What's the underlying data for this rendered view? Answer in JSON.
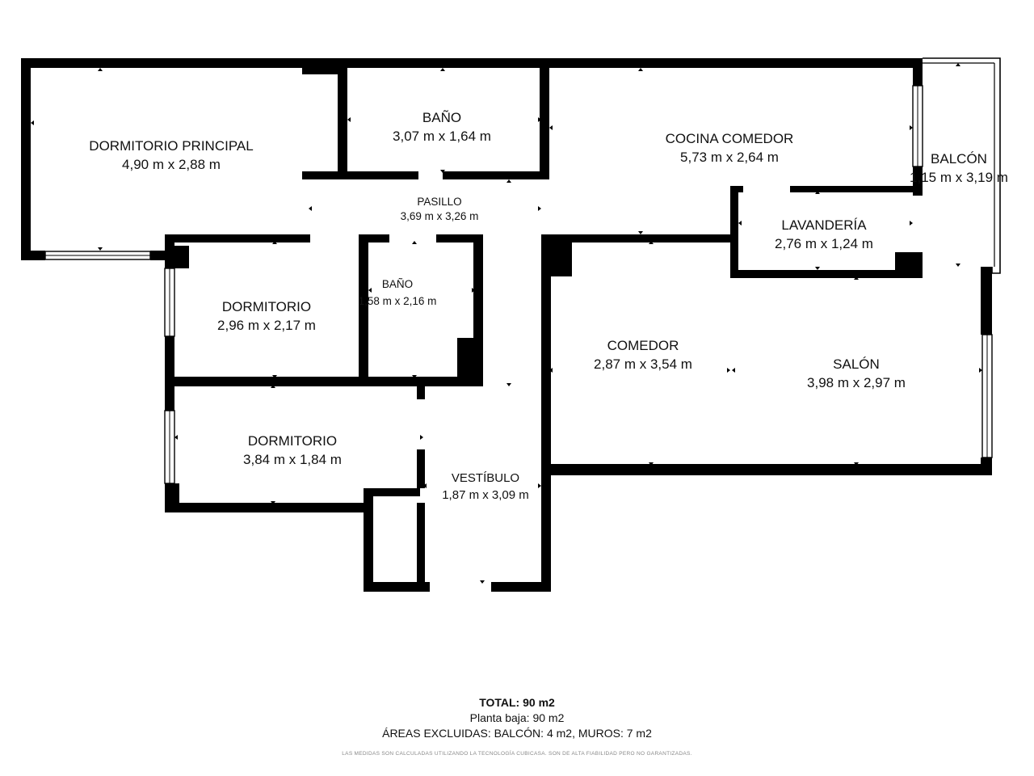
{
  "rooms": {
    "dormitorio_principal": {
      "name": "DORMITORIO PRINCIPAL",
      "dims": "4,90 m x 2,88 m"
    },
    "bano_1": {
      "name": "BAÑO",
      "dims": "3,07 m x 1,64 m"
    },
    "cocina_comedor": {
      "name": "COCINA COMEDOR",
      "dims": "5,73 m x 2,64 m"
    },
    "balcon": {
      "name": "BALCÓN",
      "dims": "1,15 m x 3,19 m"
    },
    "pasillo": {
      "name": "PASILLO",
      "dims": "3,69 m x 3,26 m"
    },
    "lavanderia": {
      "name": "LAVANDERÍA",
      "dims": "2,76 m x 1,24 m"
    },
    "dormitorio_1": {
      "name": "DORMITORIO",
      "dims": "2,96 m x 2,17 m"
    },
    "bano_2": {
      "name": "BAÑO",
      "dims": "1,58 m x 2,16 m"
    },
    "comedor": {
      "name": "COMEDOR",
      "dims": "2,87 m x 3,54 m"
    },
    "salon": {
      "name": "SALÓN",
      "dims": "3,98 m x 2,97 m"
    },
    "dormitorio_2": {
      "name": "DORMITORIO",
      "dims": "3,84 m x 1,84 m"
    },
    "vestibulo": {
      "name": "VESTÍBULO",
      "dims": "1,87 m x 3,09 m"
    }
  },
  "summary": {
    "total": "TOTAL: 90 m2",
    "planta": "Planta baja: 90 m2",
    "excluidas": "ÁREAS EXCLUIDAS: BALCÓN: 4 m2, MUROS: 7 m2"
  },
  "disclaimer": "LAS MEDIDAS SON CALCULADAS UTILIZANDO LA TECNOLOGÍA CUBICASA. SON DE ALTA FIABILIDAD PERO NO GARANTIZADAS.",
  "colors": {
    "wall": "#000000",
    "background": "#ffffff",
    "text": "#111111",
    "disclaimer": "#888888"
  }
}
